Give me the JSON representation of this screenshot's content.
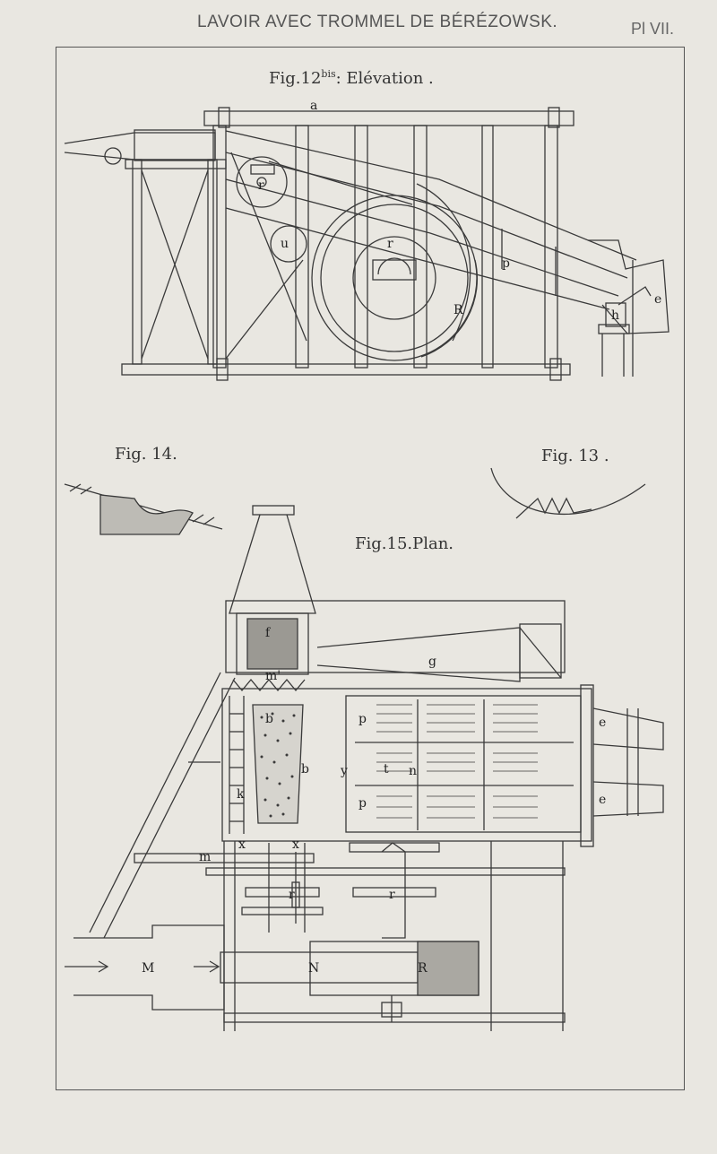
{
  "header": {
    "title": "LAVOIR AVEC TROMMEL DE BÉRÉZOWSK.",
    "plate": "Pl VII."
  },
  "figures": {
    "fig12": {
      "caption_main": "Fig.12",
      "caption_sup": "bis",
      "caption_tail": ": Elévation ."
    },
    "fig14": {
      "caption": "Fig. 14."
    },
    "fig13": {
      "caption": "Fig. 13 ."
    },
    "fig15": {
      "caption": "Fig.15.Plan."
    }
  },
  "labels": {
    "a": "a",
    "r": "r",
    "u": "u",
    "R": "R",
    "p": "p",
    "h": "h",
    "e": "e",
    "f": "f",
    "g": "g",
    "m_prime": "m'",
    "b": "b",
    "k": "k",
    "y": "y",
    "t": "t",
    "n": "n",
    "x": "x",
    "m": "m",
    "M": "M",
    "N": "N"
  }
}
